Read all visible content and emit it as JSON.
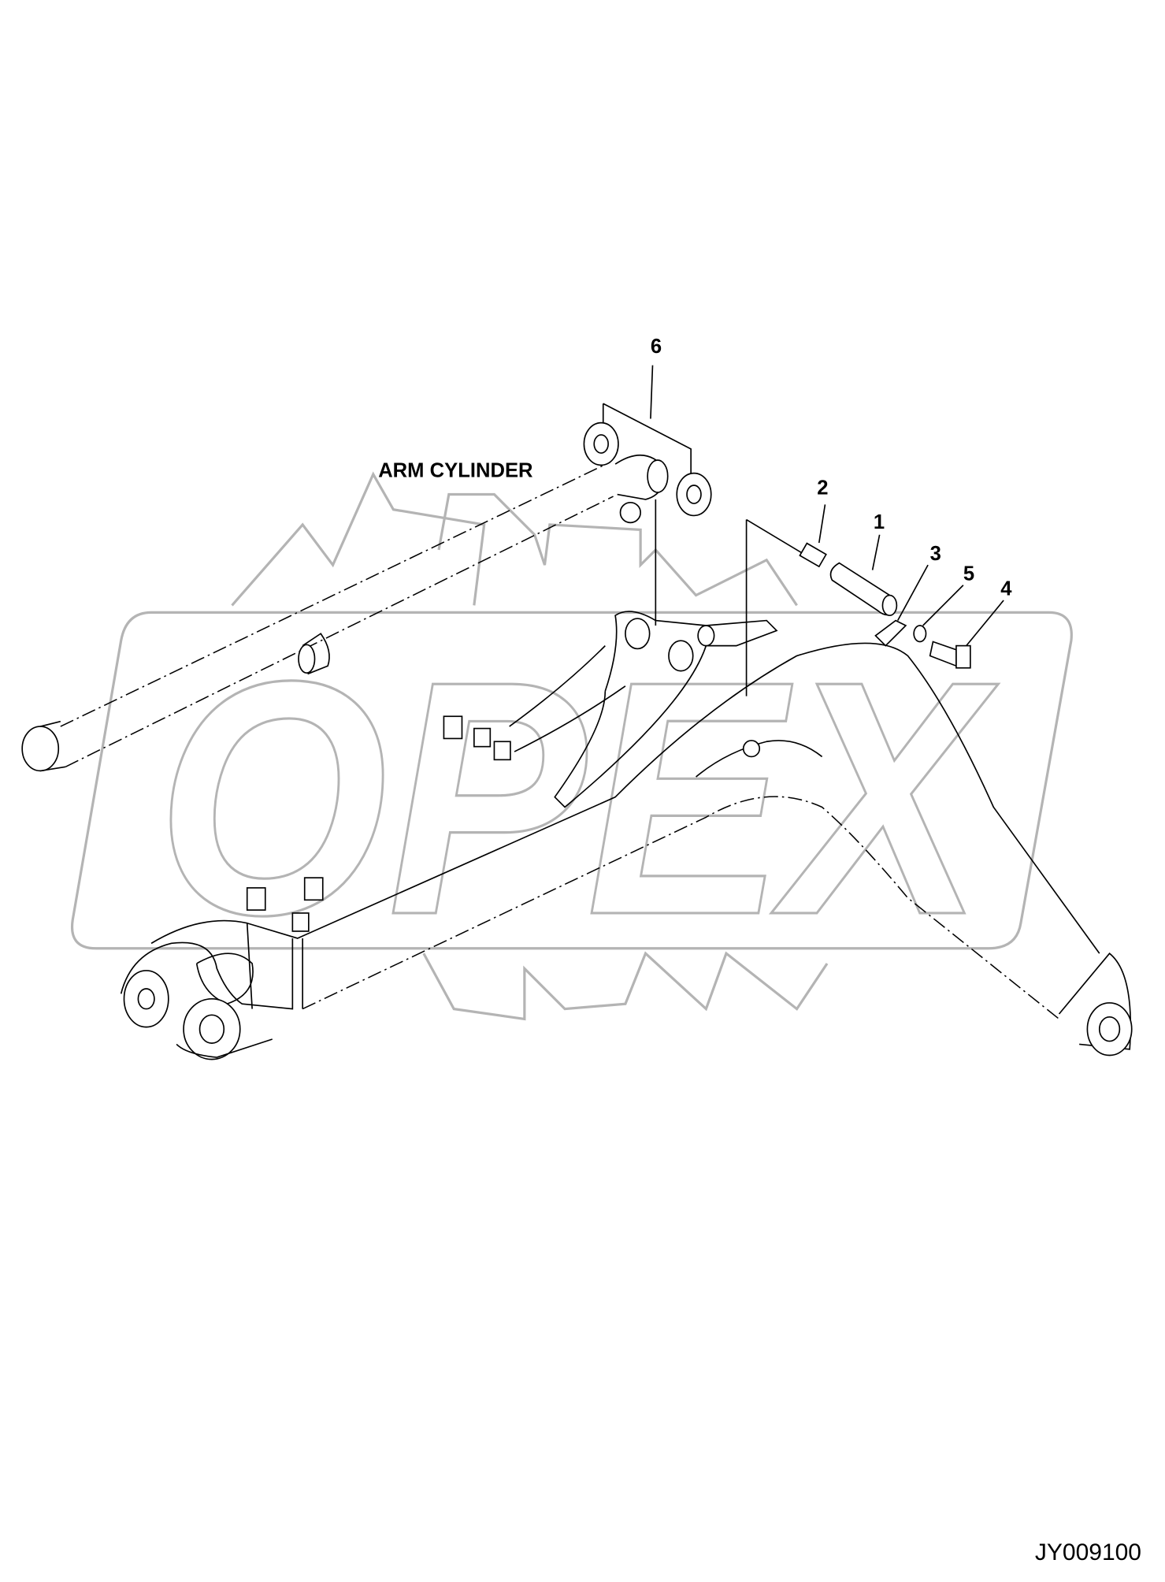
{
  "diagram": {
    "labels": {
      "arm_cylinder": "ARM CYLINDER",
      "callouts": [
        "1",
        "2",
        "3",
        "4",
        "5",
        "6"
      ]
    },
    "drawing_code": "JY009100",
    "watermark": "OPEX",
    "colors": {
      "line": "#000000",
      "watermark": "#b4b4b4",
      "background": "#ffffff"
    }
  }
}
